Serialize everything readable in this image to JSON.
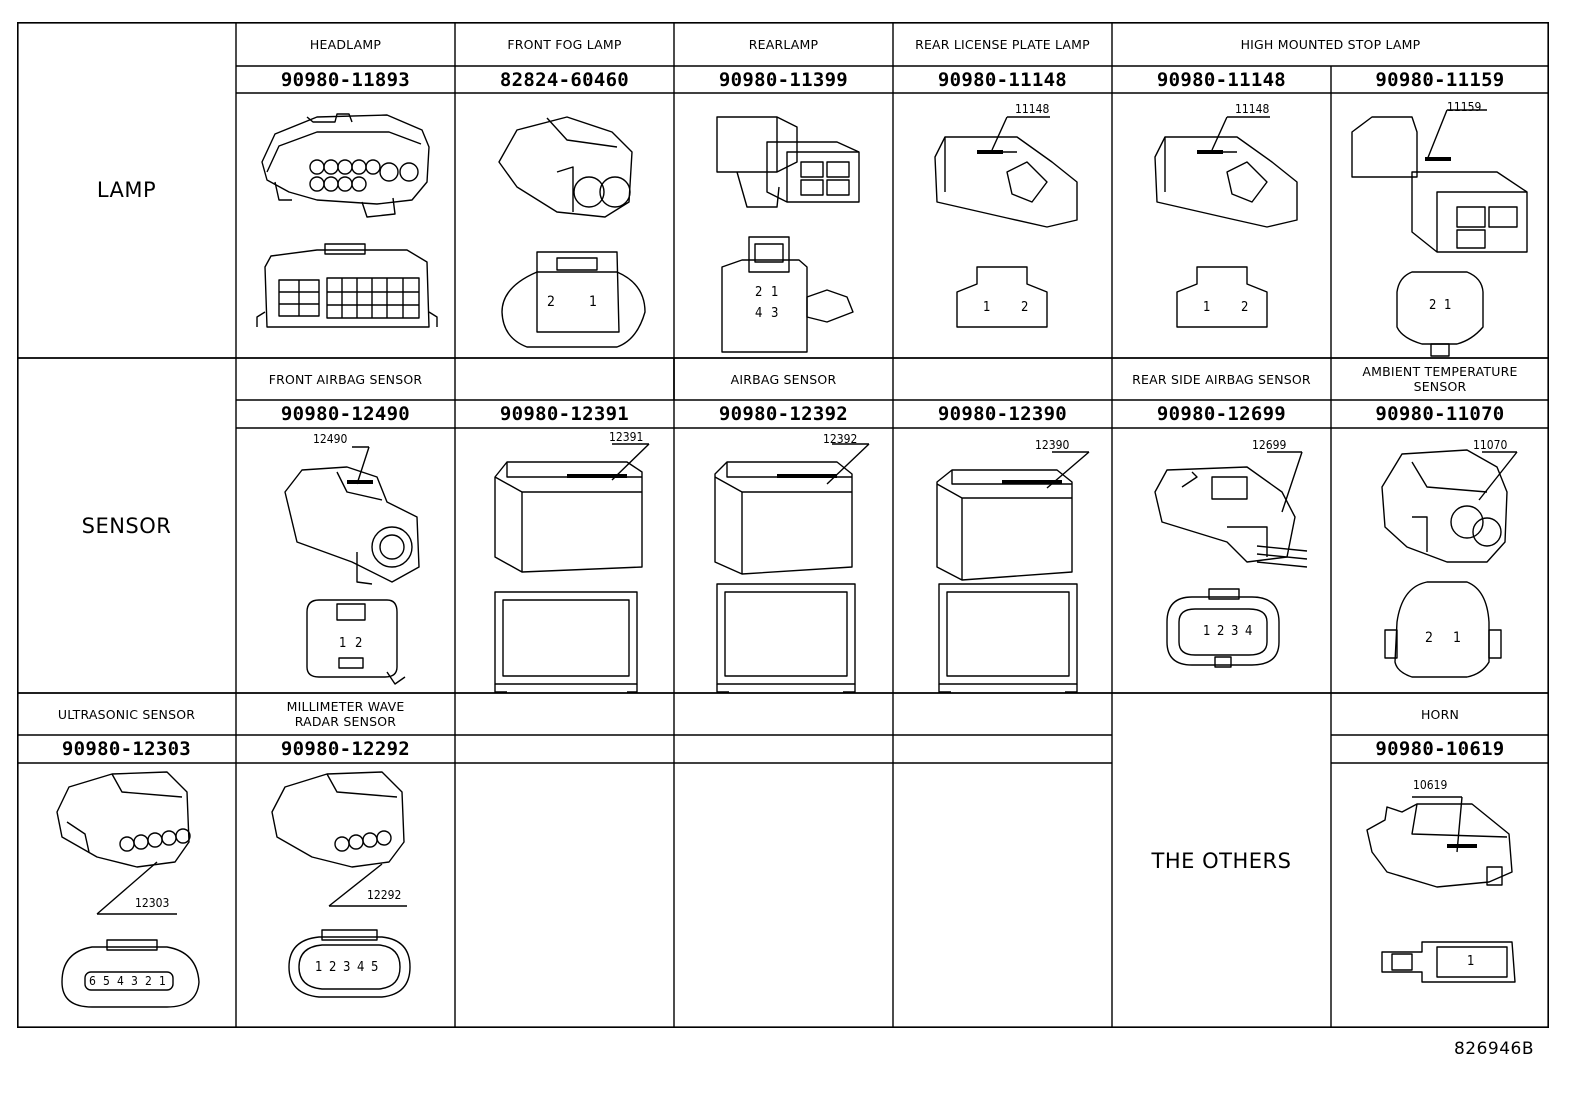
{
  "categories": {
    "lamp": "LAMP",
    "sensor": "SENSOR",
    "others": "THE OTHERS"
  },
  "row1": [
    {
      "name": "HEADLAMP",
      "part": "90980-11893"
    },
    {
      "name": "FRONT FOG LAMP",
      "part": "82824-60460"
    },
    {
      "name": "REARLAMP",
      "part": "90980-11399"
    },
    {
      "name": "REAR LICENSE PLATE LAMP",
      "part": "90980-11148",
      "callout": "11148"
    },
    {
      "name": "HIGH MOUNTED STOP LAMP",
      "part_a": "90980-11148",
      "callout_a": "11148",
      "part_b": "90980-11159",
      "callout_b": "11159"
    }
  ],
  "row2": [
    {
      "name": "FRONT AIRBAG SENSOR",
      "part": "90980-12490",
      "callout": "12490"
    },
    {
      "name": "AIRBAG SENSOR",
      "part_a": "90980-12391",
      "callout_a": "12391",
      "part_b": "90980-12392",
      "callout_b": "12392",
      "part_c": "90980-12390",
      "callout_c": "12390"
    },
    {
      "name": "REAR SIDE AIRBAG SENSOR",
      "part": "90980-12699",
      "callout": "12699"
    },
    {
      "name_line1": "AMBIENT TEMPERATURE",
      "name_line2": "SENSOR",
      "part": "90980-11070",
      "callout": "11070"
    }
  ],
  "row3": [
    {
      "name": "ULTRASONIC SENSOR",
      "part": "90980-12303",
      "callout": "12303"
    },
    {
      "name_line1": "MILLIMETER WAVE",
      "name_line2": "RADAR SENSOR",
      "part": "90980-12292",
      "callout": "12292"
    },
    {
      "name": "HORN",
      "part": "90980-10619",
      "callout": "10619"
    }
  ],
  "pins": {
    "fog": [
      "2",
      "1"
    ],
    "rear": [
      "2",
      "1",
      "4",
      "3"
    ],
    "license": [
      "1",
      "2"
    ],
    "stop_a": [
      "1",
      "2"
    ],
    "stop_b": [
      "2",
      "1"
    ],
    "front_airbag": [
      "1",
      "2"
    ],
    "rear_side": [
      "1",
      "2",
      "3",
      "4"
    ],
    "ambient": [
      "2",
      "1"
    ],
    "radar": [
      "1",
      "2",
      "3",
      "4",
      "5"
    ],
    "ultrasonic": [
      "6",
      "5",
      "4",
      "3",
      "2",
      "1"
    ],
    "horn": [
      "1"
    ]
  },
  "drawing_id": "826946B"
}
